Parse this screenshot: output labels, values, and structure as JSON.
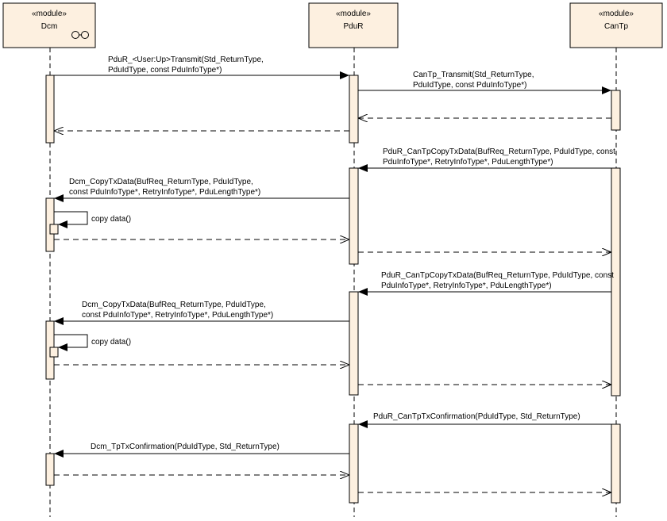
{
  "participants": [
    {
      "id": "dcm",
      "stereotype": "«module»",
      "name": "Dcm",
      "icon": "subsystem-icon"
    },
    {
      "id": "pdur",
      "stereotype": "«module»",
      "name": "PduR"
    },
    {
      "id": "cantp",
      "stereotype": "«module»",
      "name": "CanTp"
    }
  ],
  "messages": {
    "m1": [
      "PduR_<User:Up>Transmit(Std_ReturnType,",
      "PduIdType, const PduInfoType*)"
    ],
    "m2": [
      "CanTp_Transmit(Std_ReturnType,",
      "PduIdType, const PduInfoType*)"
    ],
    "m3": [
      "PduR_CanTpCopyTxData(BufReq_ReturnType, PduIdType, const",
      "PduInfoType*, RetryInfoType*, PduLengthType*)"
    ],
    "m4": [
      "Dcm_CopyTxData(BufReq_ReturnType, PduIdType,",
      "const PduInfoType*, RetryInfoType*, PduLengthType*)"
    ],
    "m5": [
      "copy data()"
    ],
    "m6": [
      "PduR_CanTpCopyTxData(BufReq_ReturnType, PduIdType, const",
      "PduInfoType*, RetryInfoType*, PduLengthType*)"
    ],
    "m7": [
      "Dcm_CopyTxData(BufReq_ReturnType, PduIdType,",
      "const PduInfoType*, RetryInfoType*, PduLengthType*)"
    ],
    "m8": [
      "copy data()"
    ],
    "m9": [
      "PduR_CanTpTxConfirmation(PduIdType, Std_ReturnType)"
    ],
    "m10": [
      "Dcm_TpTxConfirmation(PduIdType, Std_ReturnType)"
    ]
  }
}
